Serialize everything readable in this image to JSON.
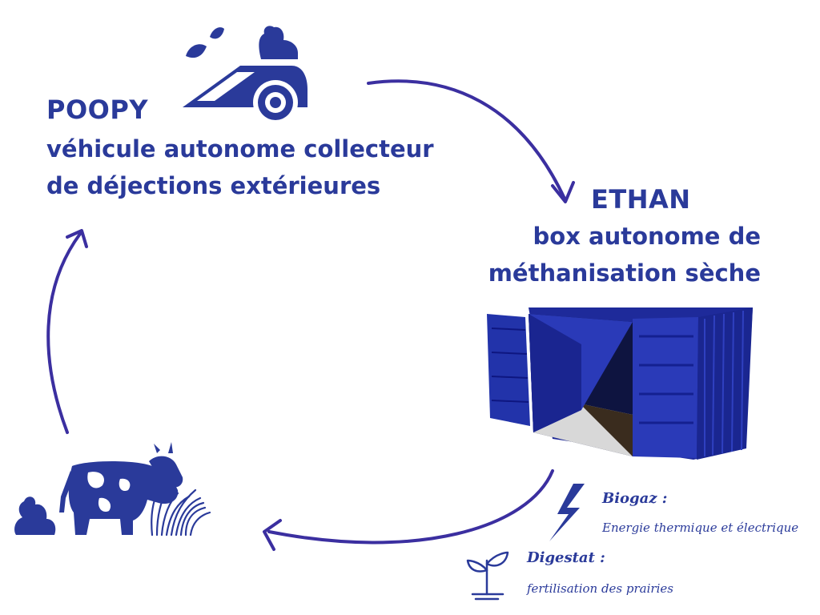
{
  "poopy": {
    "name": "POOPY",
    "description_line1": "véhicule autonome collecteur",
    "description_line2": "de déjections extérieures"
  },
  "ethan": {
    "name": "ETHAN",
    "description_line1": "box autonome de",
    "description_line2": "méthanisation sèche"
  },
  "outputs": {
    "biogaz_title": "Biogaz :",
    "biogaz_text": "Energie thermique et électrique",
    "digestat_title": "Digestat :",
    "digestat_text": "fertilisation des prairies"
  },
  "icons": [
    "robot-collector-icon",
    "container-icon",
    "cow-icon",
    "poop-icon",
    "grass-icon",
    "lightning-icon",
    "plant-sprout-icon"
  ],
  "colors": {
    "primary": "#2a3a9a",
    "arrow": "#3b2fa0"
  }
}
